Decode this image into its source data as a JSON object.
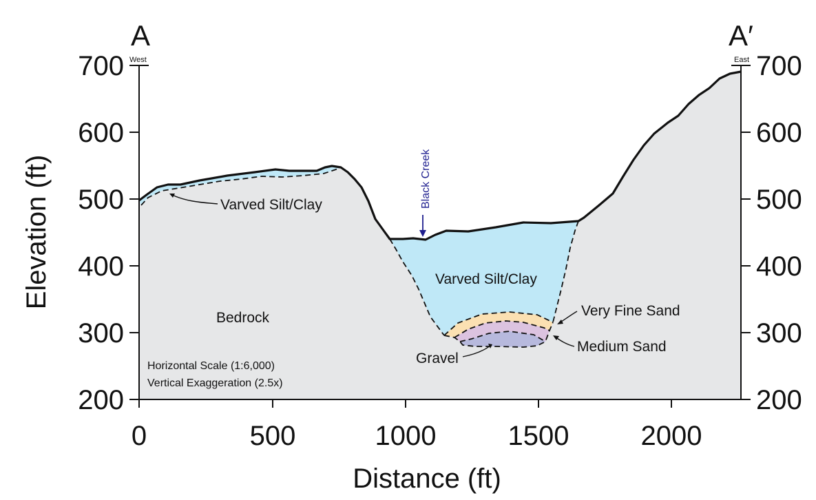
{
  "section": {
    "start_label": "A",
    "end_label": "A′",
    "start_direction": "West",
    "end_direction": "East"
  },
  "axes": {
    "x_title": "Distance (ft)",
    "y_title": "Elevation (ft)",
    "x_ticks": [
      "0",
      "500",
      "1000",
      "1500",
      "2000"
    ],
    "y_ticks": [
      "200",
      "300",
      "400",
      "500",
      "600",
      "700"
    ],
    "x_range": [
      0,
      2260
    ],
    "y_range": [
      200,
      700
    ]
  },
  "units": {
    "bedrock": "Bedrock",
    "varved_upper": "Varved Silt/Clay",
    "varved_valley": "Varved Silt/Clay",
    "very_fine_sand": "Very Fine Sand",
    "medium_sand": "Medium Sand",
    "gravel": "Gravel"
  },
  "creek_label": "Black Creek",
  "notes": {
    "scale": "Horizontal Scale (1:6,000)",
    "exaggeration": "Vertical Exaggeration (2.5x)"
  },
  "colors": {
    "bedrock": "#e6e7e8",
    "varved": "#bfe8f7",
    "very_fine_sand": "#fbe0b2",
    "medium_sand": "#dcc3e0",
    "gravel": "#b7b9dd",
    "creek": "#1f1f8f",
    "outline": "#111111"
  }
}
